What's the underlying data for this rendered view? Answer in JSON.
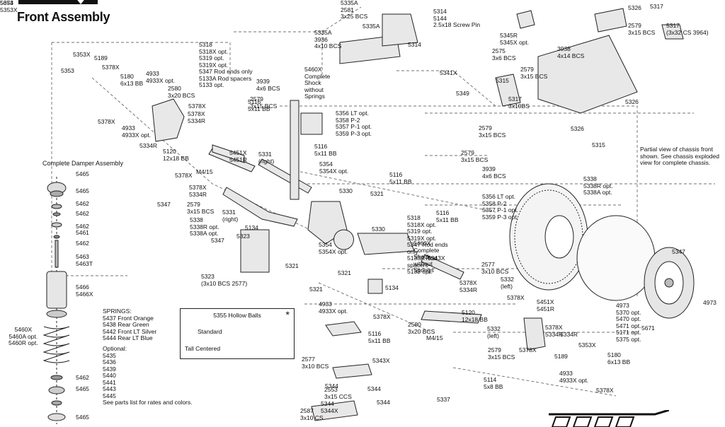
{
  "header": {
    "title": "Front Assembly",
    "brand_color": "#111111"
  },
  "damper": {
    "title": "Complete Damper Assembly",
    "parts": [
      "5465",
      "5465",
      "5462",
      "5462",
      "5462",
      "5461",
      "5462",
      "5463",
      "5463T",
      "5466",
      "5466X",
      "5462",
      "5465",
      "5465"
    ],
    "side_labels": [
      "5460X",
      "5460A opt.",
      "5460R opt."
    ]
  },
  "springs": {
    "header": "SPRINGS:",
    "items": [
      "5437 Front Orange",
      "5438 Rear Green",
      "5442 Front LT Silver",
      "5444 Rear LT Blue"
    ]
  },
  "optional": {
    "header": "Optional:",
    "items": [
      "5435",
      "5436",
      "5439",
      "5440",
      "5441",
      "5443",
      "5445"
    ],
    "note": "See parts list for rates and colors."
  },
  "hollow_balls": {
    "title": "5355 Hollow Balls",
    "star": "*",
    "standard": "Standard",
    "tall": "Tall Centered"
  },
  "chassis_note": "Partial view of chassis\nfront shown. See\nchassis exploded view\nfor complete chassis.",
  "labels": [
    "5353X",
    "5189",
    "5353",
    "5378X",
    "5180\n6x13 BB",
    "4933\n4933X opt.",
    "2580\n3x20 BCS",
    "5378X",
    "5378X",
    "4933\n4933X opt.",
    "5334R",
    "5378X\n5334R",
    "5120\n12x18 BB",
    "5451X\n5451R",
    "5378X",
    "M4/15",
    "5378X\n5334R",
    "2579\n3x15 BCS",
    "5347",
    "5338\n5338R opt.\n5338A opt.",
    "5347",
    "5318\n5318X opt.\n5319 opt.\n5319X opt.\n5347 Rod ends only\n5133A Rod spacers\n5133 opt.",
    "3939\n4x6 BCS",
    "5116\n5x11 BB",
    "2579\n3x15 BCS",
    "5460X\nComplete\nShock\nwithout\nSprings",
    "5356 LT opt.\n5358 P-2\n5357 P-1 opt.\n5359 P-3 opt.",
    "5116\n5x11 BB",
    "5354\n5354X opt.",
    "5331\n(right)",
    "5331\n(right)",
    "5134",
    "5323",
    "5321",
    "5323\n(3x10 BCS 2577)",
    "5321",
    "5330",
    "5321",
    "5330",
    "5335A\n2581\n3x25 BCS",
    "5314\n5144\n2.5x18 Screw Pin",
    "5335A",
    "5335A\n3936\n4x10 BCS",
    "5314",
    "5341X",
    "5349",
    "5315",
    "5345R\n5345X opt.",
    "2575\n3x6 BCS",
    "2579\n3x15 BCS",
    "3938\n4x14 BCS",
    "5326",
    "2579\n3x15 BCS",
    "5317\n(3x32 CS 3964)",
    "5317",
    "5326",
    "5326",
    "5315",
    "5317\n3x10BS",
    "2579\n3x15 BCS",
    "2579\n3x15 BCS",
    "3939\n4x6 BCS",
    "5116\n5x11 BB",
    "5356 LT opt.\n5358 P-2\n5357 P-1 opt.\n5359 P-3 opt.",
    "5116\n5x11 BB",
    "5318\n5318X opt.\n5319 opt.\n5319X opt.\n5347 Rod ends\nonly\n5133A Rod\nspacers\n5133 opt.",
    "5460X\nComplete\nShock\nwithout\nSprings",
    "5354\n5354X opt.",
    "5321",
    "5134",
    "5343X",
    "2577\n3x10 BCS",
    "5332\n(left)",
    "5378X\n5334R",
    "5378X",
    "5451X\n5451R",
    "5120\n12x18 BB",
    "2580\n3x20 BCS",
    "M4/15",
    "5332\n(left)",
    "2579\n3x15 BCS",
    "5378X",
    "5378X\n5334R",
    "5334R",
    "5189",
    "5353X",
    "5180\n6x13 BB",
    "4933\n4933X opt.",
    "5378X",
    "4933\n4933X opt.",
    "5378X",
    "5116\n5x11 BB",
    "5343X",
    "2577\n3x10 BCS",
    "5344",
    "2553\n3x15 CCS",
    "5344",
    "5344\n5344X",
    "5344",
    "2587\n3x10 CS",
    "5114\n5x8 BB",
    "5337",
    "5338\n5338R opt.\n5338A opt.",
    "5347",
    "4973\n5370 opt.\n5470 opt.\n5471 opt.\n5171 opt.\n5375 opt.",
    "5671",
    "4973",
    "5674",
    "5353\n5353X"
  ]
}
